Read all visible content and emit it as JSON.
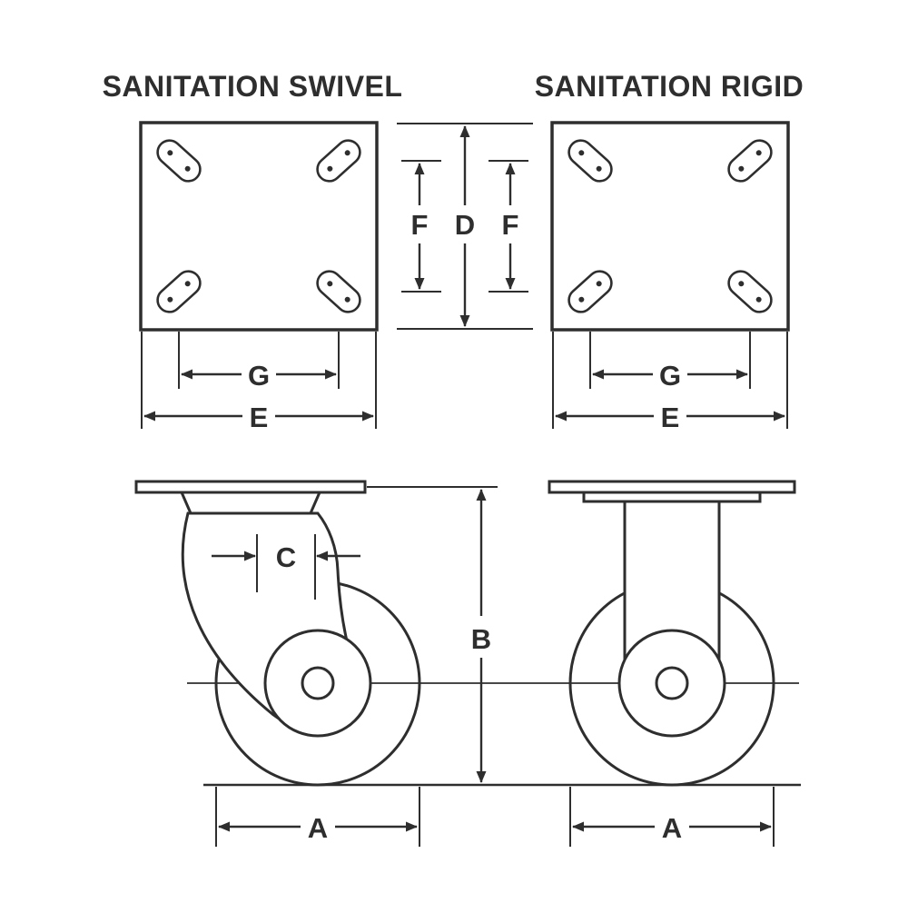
{
  "colors": {
    "line": "#2e2e2e",
    "background": "#ffffff"
  },
  "titles": {
    "left": "SANITATION SWIVEL",
    "right": "SANITATION RIGID"
  },
  "dims": {
    "A_left": "A",
    "A_right": "A",
    "B": "B",
    "C": "C",
    "D": "D",
    "E_left": "E",
    "E_right": "E",
    "F_left": "F",
    "F_right": "F",
    "G_left": "G",
    "G_right": "G"
  }
}
